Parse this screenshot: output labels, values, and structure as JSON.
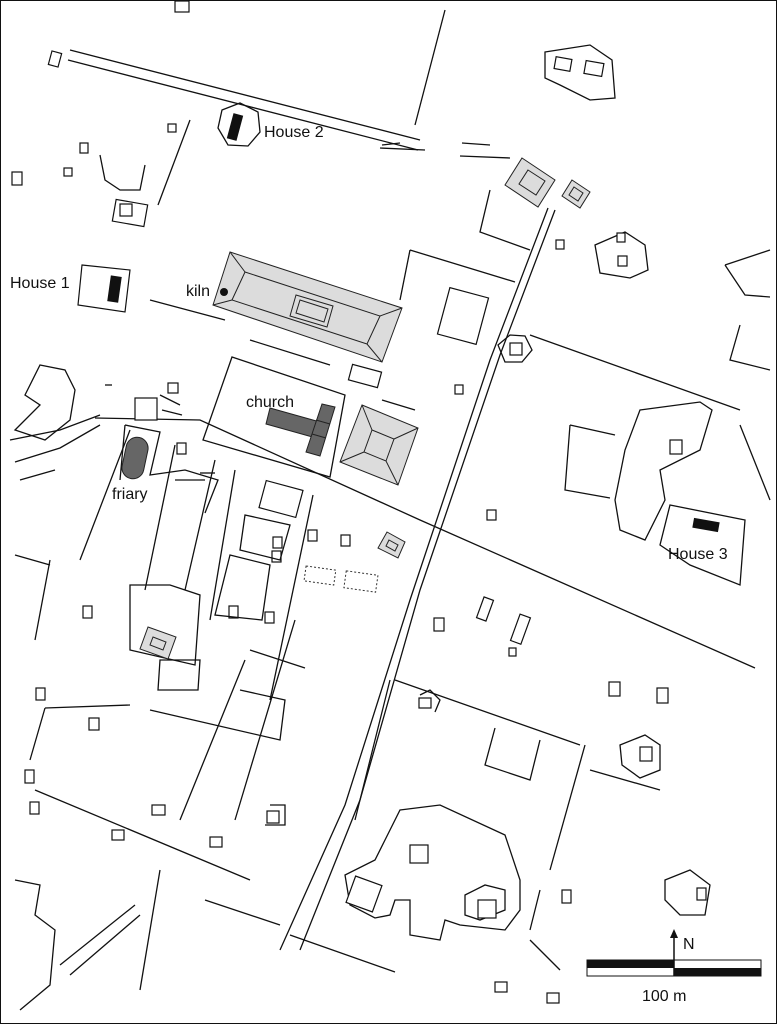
{
  "labels": {
    "house1": "House 1",
    "house2": "House 2",
    "house3": "House 3",
    "kiln": "kiln",
    "church": "church",
    "friary": "friary"
  },
  "scale": {
    "text": "100 m",
    "north": "N"
  },
  "colors": {
    "ink": "#111111",
    "dark_fill": "#666666",
    "light_fill": "#dcdcdc",
    "background": "#ffffff"
  }
}
